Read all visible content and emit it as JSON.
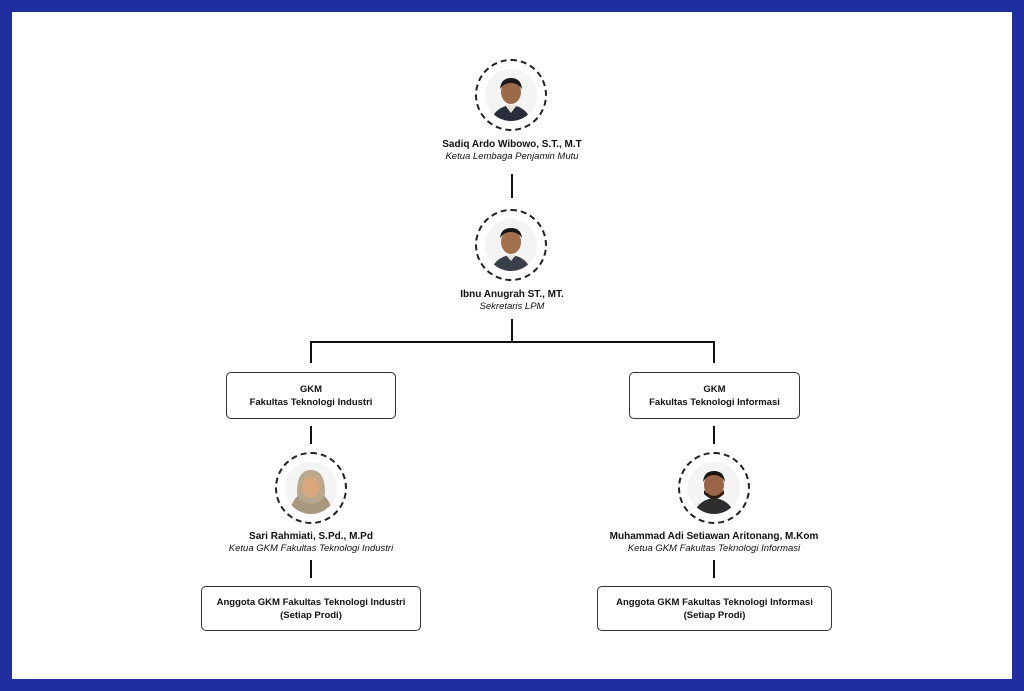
{
  "colors": {
    "frame": "#1f2fa0",
    "background": "#ffffff",
    "line": "#111111"
  },
  "top": {
    "name": "Sadiq Ardo Wibowo, S.T., M.T",
    "title": "Ketua Lembaga Penjamin Mutu",
    "icon": "person-photo"
  },
  "secretary": {
    "name": "Ibnu Anugrah ST., MT.",
    "title": "Sekretaris LPM",
    "icon": "person-photo"
  },
  "left": {
    "unit_line1": "GKM",
    "unit_line2": "Fakultas Teknologi Industri",
    "head_name": "Sari Rahmiati, S.Pd., M.Pd",
    "head_title": "Ketua GKM Fakultas Teknologi Industri",
    "members_line1": "Anggota GKM Fakultas Teknologi Industri",
    "members_line2": "(Setiap Prodi)",
    "icon": "person-photo"
  },
  "right": {
    "unit_line1": "GKM",
    "unit_line2": "Fakultas Teknologi Informasi",
    "head_name": "Muhammad Adi Setiawan Aritonang, M.Kom",
    "head_title": "Ketua GKM Fakultas Teknologi Informasi",
    "members_line1": "Anggota GKM Fakultas Teknologi Informasi",
    "members_line2": "(Setiap Prodi)",
    "icon": "person-photo"
  }
}
